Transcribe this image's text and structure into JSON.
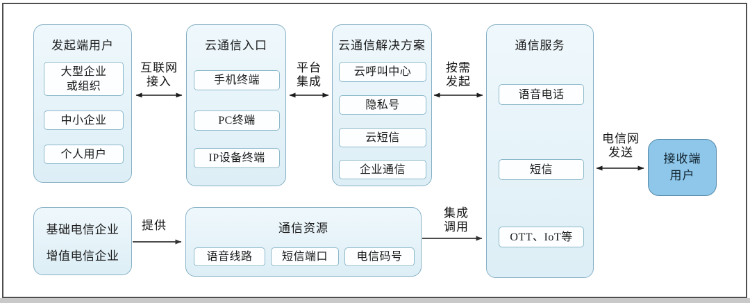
{
  "colors": {
    "group_fill_top": "#eff8fc",
    "group_fill_bottom": "#ddeef6",
    "group_border": "#85b0c4",
    "item_fill": "#fcfeff",
    "item_border": "#8cb9ca",
    "receiver_fill": "#8ec7ea",
    "receiver_border": "#5589a8",
    "arrow": "#1c1c1c",
    "frame_border": "#4f4f4f"
  },
  "groups": {
    "originating_users": {
      "title": "发起端用户",
      "items": [
        "大型企业\n或组织",
        "中小企业",
        "个人用户"
      ]
    },
    "cloud_entrance": {
      "title": "云通信入口",
      "items": [
        "手机终端",
        "PC终端",
        "IP设备终端"
      ]
    },
    "cloud_solutions": {
      "title": "云通信解决方案",
      "items": [
        "云呼叫中心",
        "隐私号",
        "云短信",
        "企业通信"
      ]
    },
    "comm_services": {
      "title": "通信服务",
      "items": [
        "语音电话",
        "短信",
        "OTT、IoT等"
      ]
    },
    "comm_resources": {
      "title": "通信资源",
      "items": [
        "语音线路",
        "短信端口",
        "电信码号"
      ]
    },
    "telecom_enterprises": {
      "lines": [
        "基础电信企业",
        "增值电信企业"
      ]
    },
    "receiver": {
      "label": "接收端\n用户"
    }
  },
  "connector_labels": {
    "internet_access": "互联网\n接入",
    "platform_integration": "平台\n集成",
    "on_demand_initiate": "按需\n发起",
    "telecom_network_send": "电信网\n发送",
    "provide": "提供",
    "integrated_call": "集成\n调用"
  }
}
